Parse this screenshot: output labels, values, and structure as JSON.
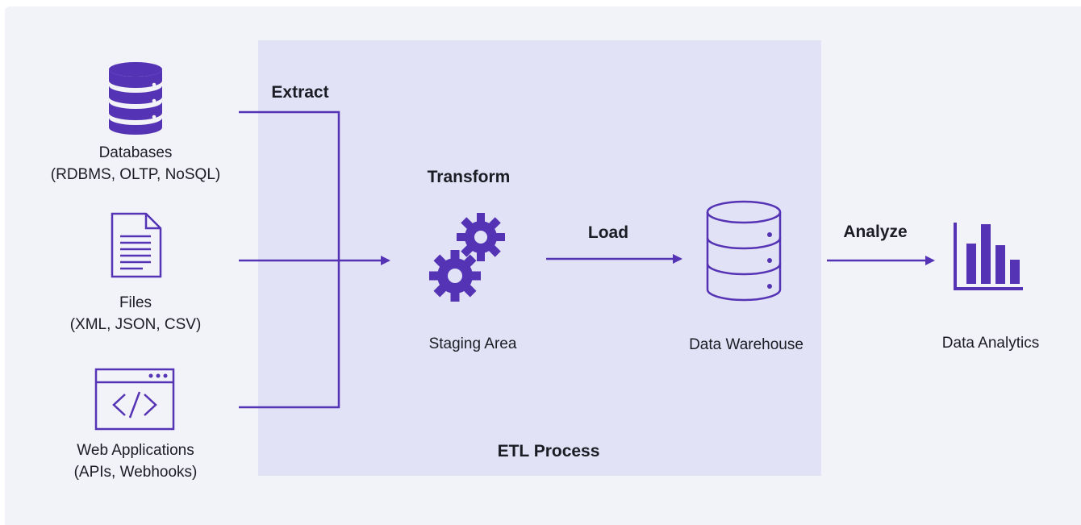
{
  "colors": {
    "accent": "#5533b5",
    "process_bg": "#e2e2f7",
    "background": "#f2f3f8"
  },
  "sources": {
    "databases": {
      "title": "Databases",
      "subtitle": "(RDBMS, OLTP, NoSQL)",
      "icon": "database-icon"
    },
    "files": {
      "title": "Files",
      "subtitle": "(XML, JSON, CSV)",
      "icon": "document-icon"
    },
    "web_apps": {
      "title": "Web Applications",
      "subtitle": "(APIs, Webhooks)",
      "icon": "code-window-icon"
    }
  },
  "steps": {
    "extract": "Extract",
    "transform": "Transform",
    "load": "Load",
    "analyze": "Analyze"
  },
  "nodes": {
    "staging": {
      "label": "Staging Area",
      "icon": "gears-icon"
    },
    "warehouse": {
      "label": "Data Warehouse",
      "icon": "database-icon"
    },
    "analytics": {
      "label": "Data Analytics",
      "icon": "bar-chart-icon"
    }
  },
  "process_label": "ETL Process"
}
